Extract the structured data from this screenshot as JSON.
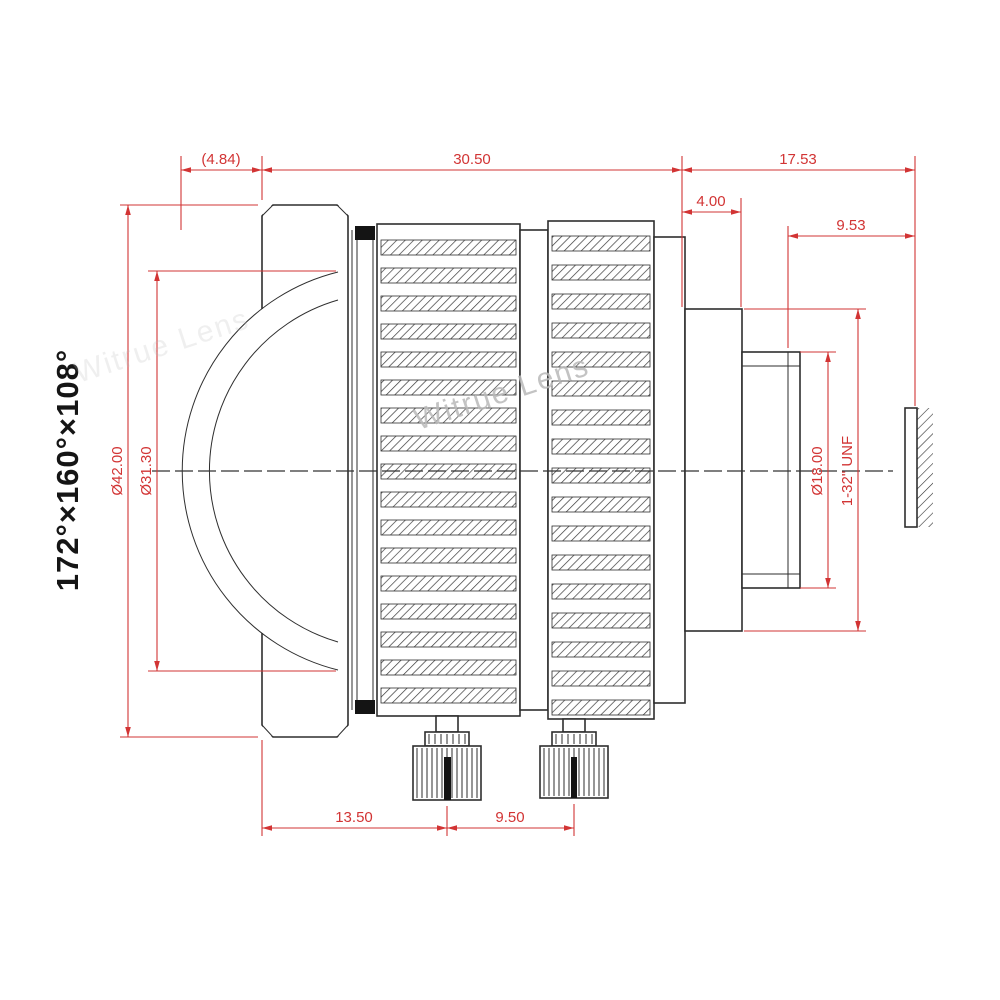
{
  "drawing": {
    "fov_label": "172°×160°×108°",
    "watermark": "Witrue Lens"
  },
  "dims": {
    "front_protrusion": "(4.84)",
    "body_length": "30.50",
    "back_focal": "17.53",
    "mount_step": "4.00",
    "thread_length": "9.53",
    "front_od": "Ø42.00",
    "front_element_od": "Ø31.30",
    "rear_od": "Ø18.00",
    "thread_spec": "1-32\" UNF",
    "front_to_screw": "13.50",
    "screw_spacing": "9.50"
  },
  "colors": {
    "dimension_red": "#d23434",
    "ink": "#2e2e2e",
    "watermark_gray": "#b9b9b9"
  }
}
